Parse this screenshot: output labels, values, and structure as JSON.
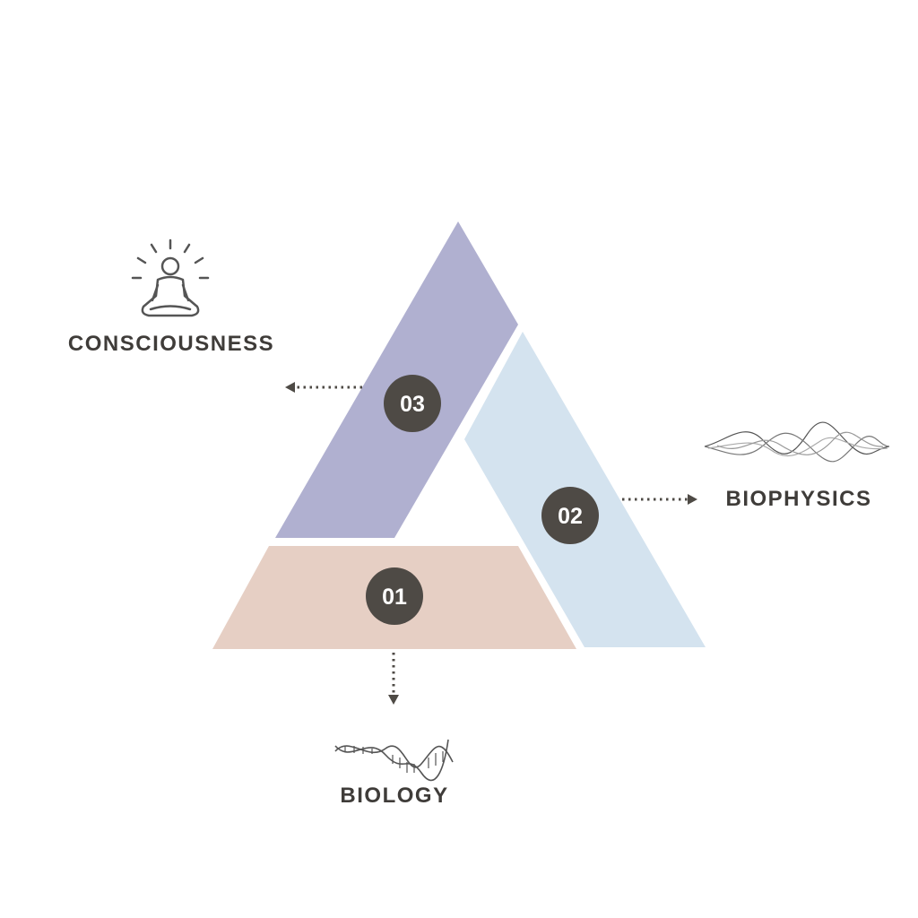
{
  "title": "Biology, Biophysics and Consciousness triangle",
  "segments": [
    {
      "number": "01",
      "label": "BIOLOGY",
      "color": "#e6cfc4",
      "icon": "dna-icon"
    },
    {
      "number": "02",
      "label": "BIOPHYSICS",
      "color": "#d4e3ef",
      "icon": "wave-icon"
    },
    {
      "number": "03",
      "label": "CONSCIOUSNESS",
      "color": "#b0b0d0",
      "icon": "meditation-icon"
    }
  ],
  "colors": {
    "badge": "#4e4a45",
    "text": "#3f3c39"
  }
}
